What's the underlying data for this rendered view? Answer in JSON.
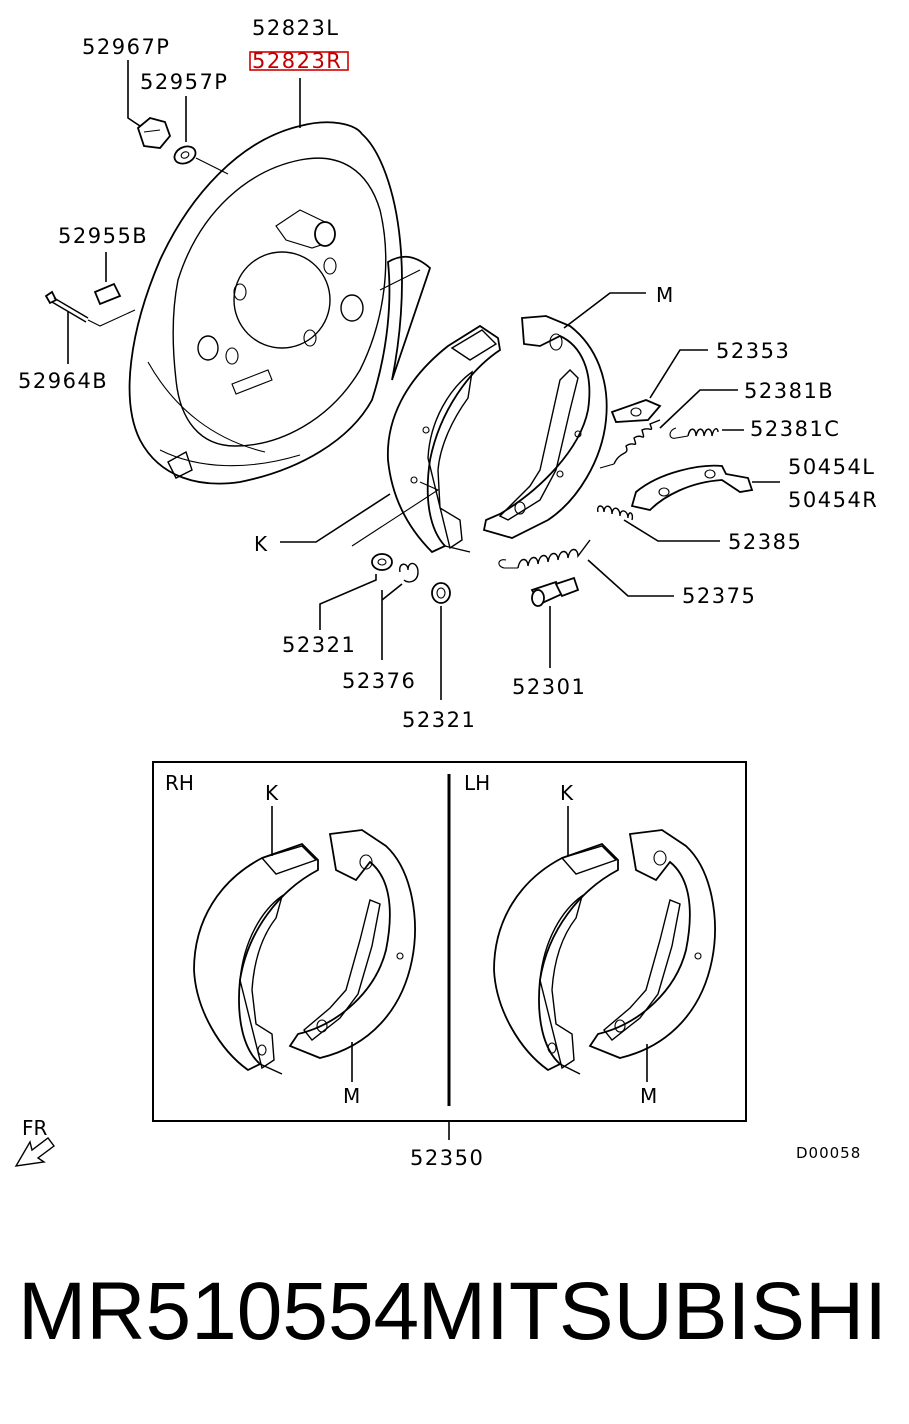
{
  "diagram": {
    "callouts": {
      "p52823L": "52823L",
      "p52823R": "52823R",
      "p52967P": "52967P",
      "p52957P": "52957P",
      "p52955B": "52955B",
      "p52964B": "52964B",
      "M_top": "M",
      "p52353": "52353",
      "p52381B": "52381B",
      "p52381C": "52381C",
      "p50454L": "50454L",
      "p50454R": "50454R",
      "p52385": "52385",
      "K_main": "K",
      "p52375": "52375",
      "p52321_a": "52321",
      "p52376": "52376",
      "p52321_b": "52321",
      "p52301": "52301",
      "p52350": "52350"
    },
    "inset": {
      "rh_label": "RH",
      "lh_label": "LH",
      "k_rh": "K",
      "m_rh": "M",
      "k_lh": "K",
      "m_lh": "M"
    },
    "fr_label": "FR",
    "drawing_code": "D00058"
  },
  "footer": {
    "part_number": "MR510554",
    "brand": "MITSUBISHI"
  }
}
